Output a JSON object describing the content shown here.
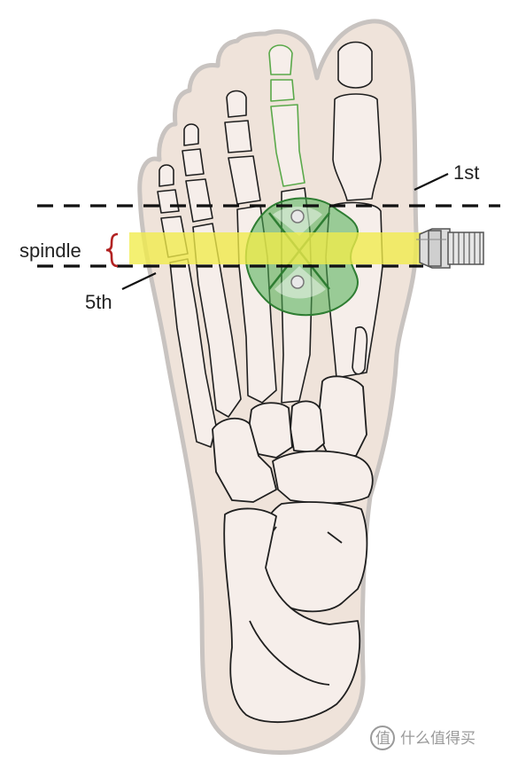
{
  "labels": {
    "first": "1st",
    "fifth": "5th",
    "spindle": "spindle"
  },
  "watermark": {
    "text": "什么值得买"
  },
  "colors": {
    "skin_fill": "#efe3da",
    "skin_outline": "#c8c3c0",
    "bone_fill": "#f6eeea",
    "bone_outline": "#1f1f1f",
    "highlight_bone": "#5aa94a",
    "cleat_green": "#4caf50",
    "spindle_yellow": "#f1ec4a",
    "brace_red": "#b22222",
    "dash_line": "#111111"
  }
}
